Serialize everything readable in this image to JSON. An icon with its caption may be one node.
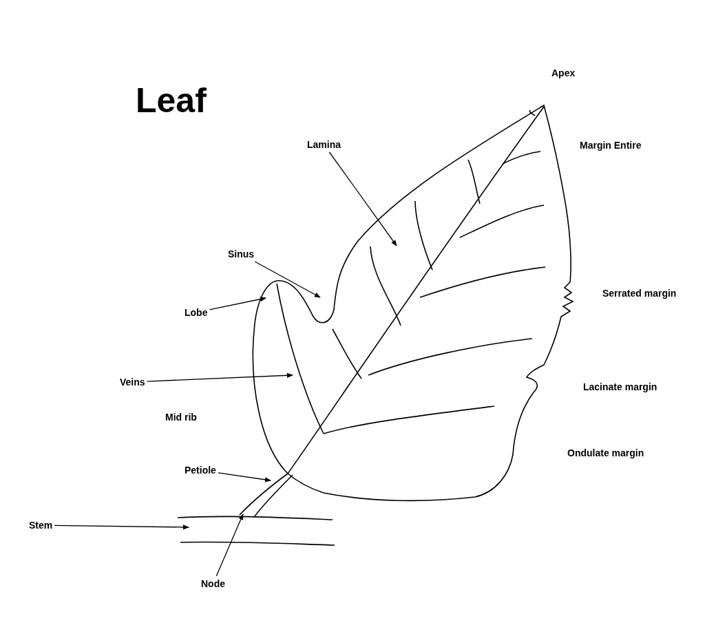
{
  "diagram": {
    "title": "Leaf",
    "nodes": [
      {
        "text": [
          "Lamina"
        ]
      },
      {
        "text": [
          "Sinus"
        ]
      },
      {
        "text": [
          "Lobe"
        ]
      },
      {
        "text": [
          "Veins"
        ]
      },
      {
        "text": [
          "Petiole"
        ]
      },
      {
        "text": [
          "Stem"
        ]
      },
      {
        "text": [
          "Node"
        ]
      }
    ],
    "edges": [
      {
        "from": 0,
        "to": null,
        "arrow": "to"
      },
      {
        "from": 1,
        "to": null,
        "arrow": "to"
      },
      {
        "from": 2,
        "to": null,
        "arrow": "to"
      },
      {
        "from": 3,
        "to": null,
        "arrow": "to"
      },
      {
        "from": 4,
        "to": null,
        "arrow": "to"
      },
      {
        "from": 5,
        "to": null,
        "arrow": "to"
      },
      {
        "from": 6,
        "to": null,
        "arrow": "to"
      }
    ],
    "labels": [
      "Apex",
      "Margin Entire",
      "Serrated margin",
      "Lacinate margin",
      "Mid rib",
      "Ondulate margin"
    ]
  }
}
